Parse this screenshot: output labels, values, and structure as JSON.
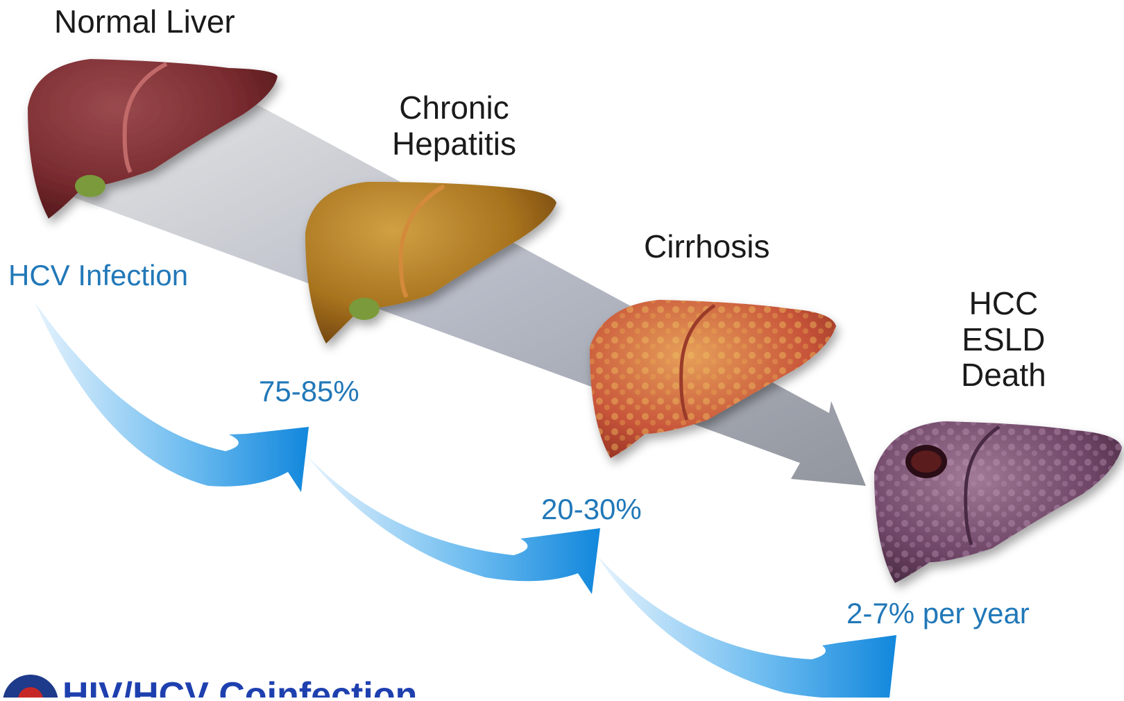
{
  "stages": [
    {
      "id": "normal",
      "label_lines": [
        "Normal Liver"
      ]
    },
    {
      "id": "chronic",
      "label_lines": [
        "Chronic",
        "Hepatitis"
      ]
    },
    {
      "id": "cirrhosis",
      "label_lines": [
        "Cirrhosis"
      ]
    },
    {
      "id": "hcc",
      "label_lines": [
        "HCC",
        "ESLD",
        "Death"
      ]
    }
  ],
  "transitions": {
    "start": "HCV Infection",
    "to_chronic": "75-85%",
    "to_cirrhosis": "20-30%",
    "to_hcc": "2-7% per year"
  },
  "footer": {
    "title": "HIV/HCV Coinfection"
  },
  "colors": {
    "stage_text": "#1a1a1a",
    "percent_text": "#2178b8",
    "arrow_blue": "#1a8fe0",
    "big_arrow_gray": "#9aa0aa",
    "liver_normal": "#7a2c30",
    "liver_chronic": "#a8731e",
    "liver_cirrhosis": "#c8553a",
    "liver_hcc": "#6e4566"
  }
}
